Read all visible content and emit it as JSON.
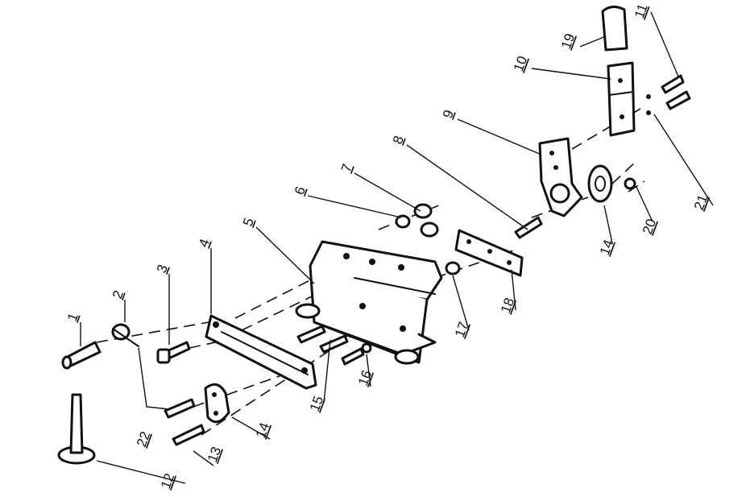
{
  "callouts": {
    "c1": "1",
    "c2": "2",
    "c3": "3",
    "c4": "4",
    "c5": "5",
    "c6": "6",
    "c7": "7",
    "c8": "8",
    "c9": "9",
    "c10": "10",
    "c11": "11",
    "c12": "12",
    "c13": "13",
    "c14a": "14",
    "c14b": "14",
    "c15": "15",
    "c16": "16",
    "c17": "17",
    "c18": "18",
    "c19": "19",
    "c20": "20",
    "c21": "21",
    "c22": "22"
  },
  "colors": {
    "ink": "#111111",
    "paper": "#ffffff"
  }
}
